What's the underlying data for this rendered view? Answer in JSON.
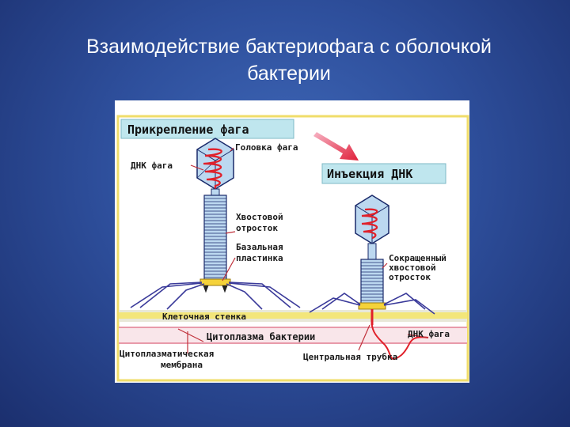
{
  "slide": {
    "title_line1": "Взаимодействие бактериофага с оболочкой",
    "title_line2": "бактерии"
  },
  "diagram": {
    "header_attach": "Прикрепление фага",
    "header_inject": "Инъекция ДНК",
    "labels": {
      "head": "Головка фага",
      "dna_left": "ДНК фага",
      "tail_1": "Хвостовой",
      "tail_2": "отросток",
      "base_1": "Базальная",
      "base_2": "пластинка",
      "contracted_1": "Сокращенный",
      "contracted_2": "хвостовой",
      "contracted_3": "отросток",
      "cell_wall": "Клеточная стенка",
      "cytoplasm": "Цитоплазма бактерии",
      "dna_right": "ДНК фага",
      "membrane_1": "Цитоплазматическая",
      "membrane_2": "мембрана",
      "central_tube": "Центральная трубка"
    },
    "colors": {
      "header_bg": "#bfe6ee",
      "frame": "#f0dd6a",
      "dna": "#e0202a",
      "tail": "#bcd8f0",
      "wall": "#f3e67a",
      "membrane": "#f4c9d2"
    }
  }
}
